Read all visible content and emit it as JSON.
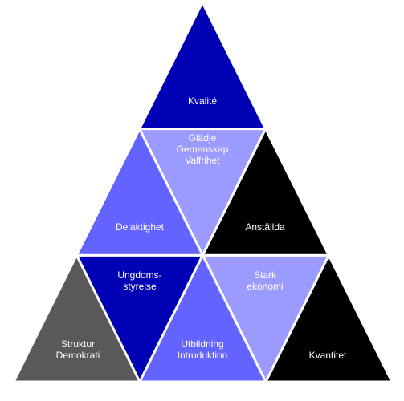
{
  "triangles": [
    {
      "id": "kvalite",
      "lines": [
        "Kvalité"
      ],
      "fill": "#0000b4",
      "text_color": "#ffffff"
    },
    {
      "id": "gladje",
      "lines": [
        "Glädje",
        "Gemenskap",
        "Valfrihet"
      ],
      "fill": "#9b9bff",
      "text_color": "#ffffff"
    },
    {
      "id": "delaktighet",
      "lines": [
        "Delaktighet"
      ],
      "fill": "#6363ff",
      "text_color": "#ffffff"
    },
    {
      "id": "anstallda",
      "lines": [
        "Anställda"
      ],
      "fill": "#000000",
      "text_color": "#ffffff"
    },
    {
      "id": "ungdomsstyrelse",
      "lines": [
        "Ungdoms-",
        "styrelse"
      ],
      "fill": "#0000b4",
      "text_color": "#ffffff"
    },
    {
      "id": "stark-ekonomi",
      "lines": [
        "Stark",
        "ekonomi"
      ],
      "fill": "#9b9bff",
      "text_color": "#ffffff"
    },
    {
      "id": "struktur",
      "lines": [
        "Struktur",
        "Demokrati"
      ],
      "fill": "#595959",
      "text_color": "#ffffff"
    },
    {
      "id": "utbildning",
      "lines": [
        "Utbildning",
        "Introduktion"
      ],
      "fill": "#6363ff",
      "text_color": "#ffffff"
    },
    {
      "id": "kvantitet",
      "lines": [
        "Kvantitet"
      ],
      "fill": "#000000",
      "text_color": "#ffffff"
    }
  ],
  "edge_color": "#ffffff"
}
